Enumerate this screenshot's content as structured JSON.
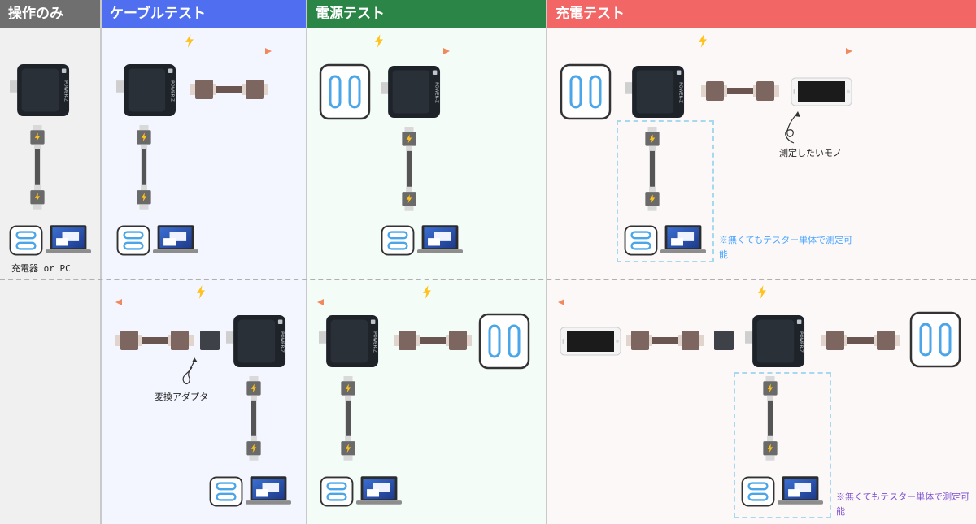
{
  "columns": [
    {
      "key": "op",
      "title": "操作のみ",
      "color": "#6f6f6f",
      "bg": "#f0f0f0"
    },
    {
      "key": "cable",
      "title": "ケーブルテスト",
      "color": "#4f6ff0",
      "bg": "#f3f5ff"
    },
    {
      "key": "power",
      "title": "電源テスト",
      "color": "#2b8546",
      "bg": "#f4fcf8"
    },
    {
      "key": "charge",
      "title": "充電テスト",
      "color": "#f36666",
      "bg": "#fdf8f8"
    }
  ],
  "labels": {
    "op_bottom": "充電器 or PC",
    "charge_measure": "測定したいモノ",
    "cable_adapter": "変換アダプタ",
    "charge_note_top": "※無くてもテスター単体で測定可能",
    "charge_note_bottom": "※無くてもテスター単体で測定可能"
  },
  "device": {
    "brand_text": "POWER-Z"
  },
  "colors": {
    "tester_body": "#1e2229",
    "connector_light": "#e6e6e6",
    "connector_dark": "#5a5a5a",
    "bolt": "#ffc21a",
    "cable_brown": "#7e6660",
    "cable_shell": "#d8c8c0",
    "charger_border": "#333333",
    "charger_slot": "#4aa6e8",
    "arrow_start": "#f7d65d",
    "arrow_end": "#f08a5d",
    "dash_light_blue": "#a6d8ef",
    "dash_purple": "#b9a6f3"
  }
}
